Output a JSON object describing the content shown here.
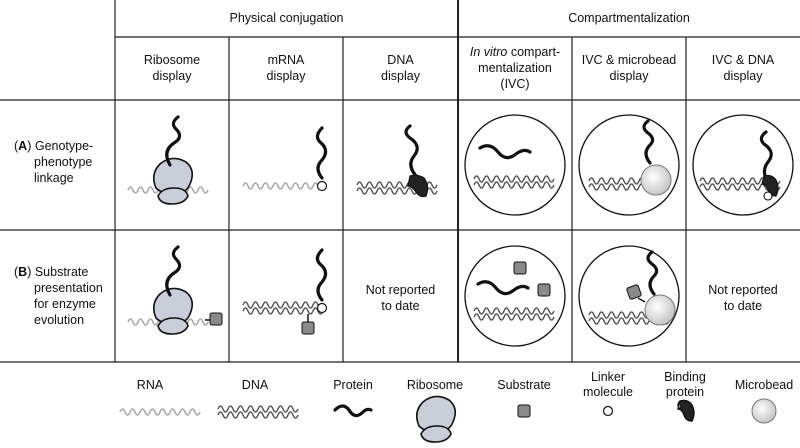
{
  "header": {
    "group1": "Physical conjugation",
    "group2": "Compartmentalization"
  },
  "columns": [
    {
      "label": "Ribosome\ndisplay"
    },
    {
      "label": "mRNA\ndisplay"
    },
    {
      "label": "DNA\ndisplay"
    },
    {
      "label_italic": "In vitro",
      "label_rest": " compart-\nmentalization\n(IVC)"
    },
    {
      "label": "IVC & microbead\ndisplay"
    },
    {
      "label": "IVC & DNA\ndisplay"
    }
  ],
  "rows": [
    {
      "letter": "A",
      "label_line1": "Genotype-",
      "label_rest": "phenotype\nlinkage"
    },
    {
      "letter": "B",
      "label_line1": "Substrate",
      "label_rest": "presentation\nfor enzyme\nevolution"
    }
  ],
  "not_reported": "Not reported\nto date",
  "legend": {
    "rna": "RNA",
    "dna": "DNA",
    "protein": "Protein",
    "ribosome": "Ribosome",
    "substrate": "Substrate",
    "linker": "Linker\nmolecule",
    "binding": "Binding\nprotein",
    "microbead": "Microbead"
  }
}
